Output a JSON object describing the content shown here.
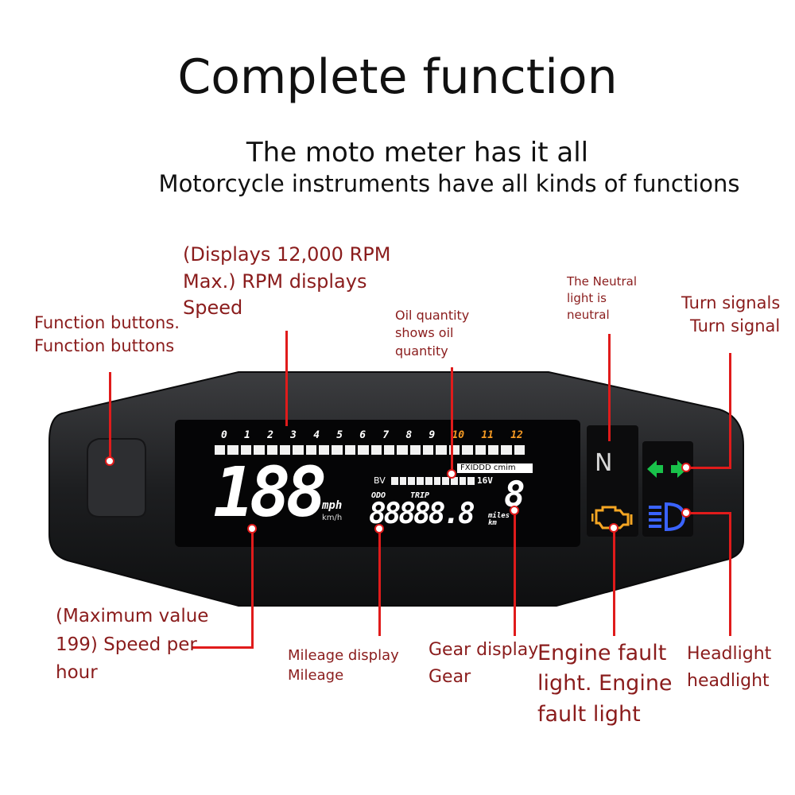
{
  "header": {
    "title": "Complete function",
    "subtitle_1": "The moto meter has it all",
    "subtitle_2": "Motorcycle instruments have all kinds of functions"
  },
  "callouts": {
    "rpm": "(Displays 12,000 RPM\n Max.) RPM displays\nSpeed",
    "function_buttons": "Function buttons.\nFunction buttons",
    "oil": "Oil quantity\nshows oil\nquantity",
    "neutral": "The Neutral\nlight is\nneutral",
    "turn": "Turn signals\nTurn signal",
    "speed": "(Maximum value\n 199) Speed per\nhour",
    "mileage": "Mileage display\n Mileage",
    "gear": "Gear display\nGear",
    "engine": "Engine fault\nlight. Engine\nfault light",
    "headlight": "Headlight\nheadlight"
  },
  "meter": {
    "rpm_ticks": [
      "0",
      "1",
      "2",
      "3",
      "4",
      "5",
      "6",
      "7",
      "8",
      "9",
      "10",
      "11",
      "12"
    ],
    "speed_value": "188",
    "speed_unit_mph": "mph",
    "speed_unit_kmh": "km/h",
    "fuel_label": "FXIDDD cmim",
    "bv_label": "BV",
    "voltage": "16V",
    "odo_label": "ODO",
    "trip_label": "TRIP",
    "odometer": "88888.8",
    "unit_miles": "miles",
    "unit_km": "km",
    "gear": "8",
    "neutral_symbol": "N"
  },
  "colors": {
    "callout_text": "#8a1c1c",
    "leader_line": "#e01b1b",
    "rpm_warning": "#f59a23",
    "turn_signal": "#19c24a",
    "headlight": "#3a63ff",
    "engine_fault": "#f5a623"
  },
  "icons": {
    "turn_signal": "turn-signal-icon",
    "engine": "engine-fault-icon",
    "headlight": "headlight-icon"
  }
}
